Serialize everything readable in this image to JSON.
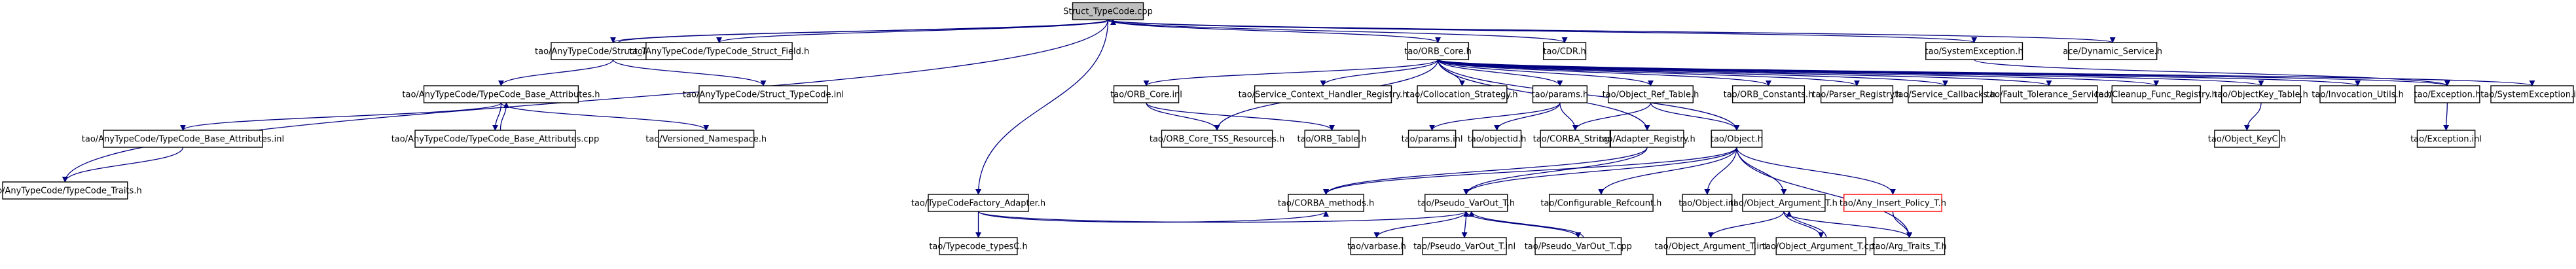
{
  "diagram": {
    "type": "include-dependency-graph",
    "edge_color": "#000080",
    "root_fill": "#bfbfbf",
    "missing_node_stroke": "#ff0000",
    "nodes": [
      {
        "id": "root",
        "label": "Struct_TypeCode.cpp"
      },
      {
        "id": "atc_struct_h",
        "label": "tao/AnyTypeCode/Struct_TypeCode.h"
      },
      {
        "id": "atc_struct_field",
        "label": "tao/AnyTypeCode/TypeCode_Struct_Field.h"
      },
      {
        "id": "tcf_adapter",
        "label": "tao/TypeCodeFactory_Adapter.h"
      },
      {
        "id": "orb_core_h",
        "label": "tao/ORB_Core.h"
      },
      {
        "id": "cdr_h",
        "label": "tao/CDR.h"
      },
      {
        "id": "sysex_h",
        "label": "tao/SystemException.h"
      },
      {
        "id": "dyn_service",
        "label": "ace/Dynamic_Service.h"
      },
      {
        "id": "base_attr_h",
        "label": "tao/AnyTypeCode/TypeCode_Base_Attributes.h"
      },
      {
        "id": "struct_tc_inl",
        "label": "tao/AnyTypeCode/Struct_TypeCode.inl"
      },
      {
        "id": "base_attr_inl",
        "label": "tao/AnyTypeCode/TypeCode_Base_Attributes.inl"
      },
      {
        "id": "base_attr_cpp",
        "label": "tao/AnyTypeCode/TypeCode_Base_Attributes.cpp"
      },
      {
        "id": "versioned_ns",
        "label": "tao/Versioned_Namespace.h"
      },
      {
        "id": "tc_traits",
        "label": "tao/AnyTypeCode/TypeCode_Traits.h"
      },
      {
        "id": "orb_core_inl",
        "label": "tao/ORB_Core.inl"
      },
      {
        "id": "svc_ctx_reg",
        "label": "tao/Service_Context_Handler_Registry.h"
      },
      {
        "id": "colloc_strat",
        "label": "tao/Collocation_Strategy.h"
      },
      {
        "id": "params_h",
        "label": "tao/params.h"
      },
      {
        "id": "obj_ref_table",
        "label": "tao/Object_Ref_Table.h"
      },
      {
        "id": "orb_constants",
        "label": "tao/ORB_Constants.h"
      },
      {
        "id": "parser_reg",
        "label": "tao/Parser_Registry.h"
      },
      {
        "id": "svc_callbacks",
        "label": "tao/Service_Callbacks.h"
      },
      {
        "id": "ft_service",
        "label": "tao/Fault_Tolerance_Service.h"
      },
      {
        "id": "cleanup_reg",
        "label": "tao/Cleanup_Func_Registry.h"
      },
      {
        "id": "objkey_table",
        "label": "tao/ObjectKey_Table.h"
      },
      {
        "id": "invoc_utils",
        "label": "tao/Invocation_Utils.h"
      },
      {
        "id": "exception_h",
        "label": "tao/Exception.h"
      },
      {
        "id": "sysex_inl",
        "label": "tao/SystemException.inl"
      },
      {
        "id": "tss_res",
        "label": "tao/ORB_Core_TSS_Resources.h"
      },
      {
        "id": "orb_table",
        "label": "tao/ORB_Table.h"
      },
      {
        "id": "params_inl",
        "label": "tao/params.inl"
      },
      {
        "id": "objectid_h",
        "label": "tao/objectid.h"
      },
      {
        "id": "corba_string",
        "label": "tao/CORBA_String.h"
      },
      {
        "id": "adapter_reg",
        "label": "tao/Adapter_Registry.h"
      },
      {
        "id": "object_h",
        "label": "tao/Object.h"
      },
      {
        "id": "object_keyc",
        "label": "tao/Object_KeyC.h"
      },
      {
        "id": "exception_inl",
        "label": "tao/Exception.inl"
      },
      {
        "id": "typecode_typesc",
        "label": "tao/Typecode_typesC.h"
      },
      {
        "id": "corba_methods",
        "label": "tao/CORBA_methods.h"
      },
      {
        "id": "pseudo_varout_h",
        "label": "tao/Pseudo_VarOut_T.h"
      },
      {
        "id": "conf_refcount",
        "label": "tao/Configurable_Refcount.h"
      },
      {
        "id": "object_inl",
        "label": "tao/Object.inl"
      },
      {
        "id": "obj_arg_t_h",
        "label": "tao/Object_Argument_T.h"
      },
      {
        "id": "any_insert_policy",
        "label": "tao/Any_Insert_Policy_T.h"
      },
      {
        "id": "varbase",
        "label": "tao/varbase.h"
      },
      {
        "id": "pseudo_varout_inl",
        "label": "tao/Pseudo_VarOut_T.inl"
      },
      {
        "id": "pseudo_varout_cpp",
        "label": "tao/Pseudo_VarOut_T.cpp"
      },
      {
        "id": "obj_arg_t_inl",
        "label": "tao/Object_Argument_T.inl"
      },
      {
        "id": "obj_arg_t_cpp",
        "label": "tao/Object_Argument_T.cpp"
      },
      {
        "id": "arg_traits",
        "label": "tao/Arg_Traits_T.h"
      }
    ],
    "edges": [
      [
        "root",
        "atc_struct_h"
      ],
      [
        "root",
        "atc_struct_field"
      ],
      [
        "root",
        "tcf_adapter"
      ],
      [
        "root",
        "orb_core_h"
      ],
      [
        "root",
        "cdr_h"
      ],
      [
        "root",
        "sysex_h"
      ],
      [
        "root",
        "dyn_service"
      ],
      [
        "root",
        "tc_traits"
      ],
      [
        "atc_struct_h",
        "root"
      ],
      [
        "atc_struct_h",
        "base_attr_h"
      ],
      [
        "atc_struct_h",
        "struct_tc_inl"
      ],
      [
        "base_attr_h",
        "base_attr_inl"
      ],
      [
        "base_attr_h",
        "base_attr_cpp"
      ],
      [
        "base_attr_h",
        "versioned_ns"
      ],
      [
        "base_attr_cpp",
        "base_attr_h"
      ],
      [
        "base_attr_inl",
        "tc_traits"
      ],
      [
        "tcf_adapter",
        "typecode_typesc"
      ],
      [
        "tcf_adapter",
        "corba_methods"
      ],
      [
        "tcf_adapter",
        "pseudo_varout_h"
      ],
      [
        "orb_core_h",
        "orb_core_inl"
      ],
      [
        "orb_core_h",
        "svc_ctx_reg"
      ],
      [
        "orb_core_h",
        "colloc_strat"
      ],
      [
        "orb_core_h",
        "params_h"
      ],
      [
        "orb_core_h",
        "obj_ref_table"
      ],
      [
        "orb_core_h",
        "orb_constants"
      ],
      [
        "orb_core_h",
        "parser_reg"
      ],
      [
        "orb_core_h",
        "svc_callbacks"
      ],
      [
        "orb_core_h",
        "ft_service"
      ],
      [
        "orb_core_h",
        "cleanup_reg"
      ],
      [
        "orb_core_h",
        "objkey_table"
      ],
      [
        "orb_core_h",
        "invoc_utils"
      ],
      [
        "orb_core_h",
        "exception_h"
      ],
      [
        "orb_core_h",
        "sysex_inl"
      ],
      [
        "orb_core_h",
        "tss_res"
      ],
      [
        "orb_core_h",
        "adapter_reg"
      ],
      [
        "orb_core_h",
        "object_h"
      ],
      [
        "orb_core_inl",
        "tss_res"
      ],
      [
        "orb_core_inl",
        "orb_table"
      ],
      [
        "params_h",
        "params_inl"
      ],
      [
        "params_h",
        "objectid_h"
      ],
      [
        "params_h",
        "corba_string"
      ],
      [
        "obj_ref_table",
        "corba_string"
      ],
      [
        "obj_ref_table",
        "object_h"
      ],
      [
        "objkey_table",
        "object_keyc"
      ],
      [
        "exception_h",
        "exception_inl"
      ],
      [
        "sysex_h",
        "exception_h"
      ],
      [
        "adapter_reg",
        "corba_methods"
      ],
      [
        "adapter_reg",
        "pseudo_varout_h"
      ],
      [
        "object_h",
        "corba_methods"
      ],
      [
        "object_h",
        "pseudo_varout_h"
      ],
      [
        "object_h",
        "conf_refcount"
      ],
      [
        "object_h",
        "object_inl"
      ],
      [
        "object_h",
        "obj_arg_t_h"
      ],
      [
        "object_h",
        "any_insert_policy"
      ],
      [
        "object_h",
        "arg_traits"
      ],
      [
        "pseudo_varout_h",
        "varbase"
      ],
      [
        "pseudo_varout_h",
        "pseudo_varout_inl"
      ],
      [
        "pseudo_varout_h",
        "pseudo_varout_cpp"
      ],
      [
        "pseudo_varout_cpp",
        "pseudo_varout_h"
      ],
      [
        "obj_arg_t_h",
        "obj_arg_t_inl"
      ],
      [
        "obj_arg_t_h",
        "obj_arg_t_cpp"
      ],
      [
        "obj_arg_t_h",
        "arg_traits"
      ],
      [
        "obj_arg_t_cpp",
        "obj_arg_t_h"
      ],
      [
        "any_insert_policy",
        "arg_traits"
      ]
    ]
  }
}
